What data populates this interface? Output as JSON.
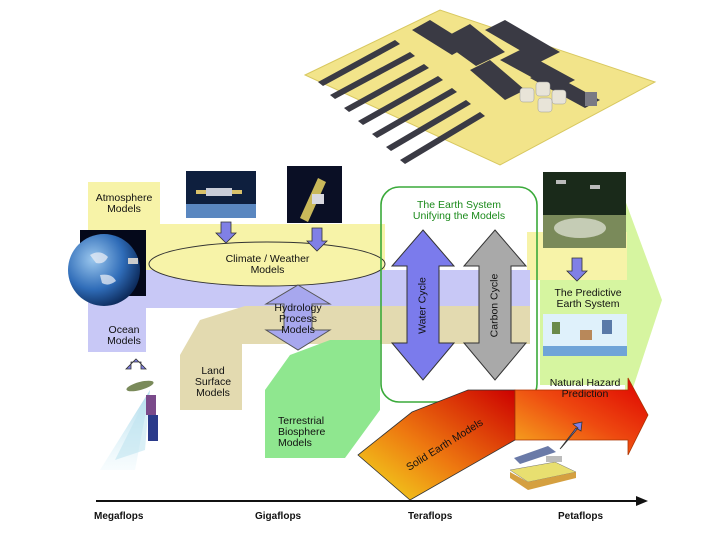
{
  "colors": {
    "atmosphere_band": "#f7f3a8",
    "ocean_band": "#c8c8f6",
    "land_band": "#e3dab0",
    "terrestrial_band": "#8fe78f",
    "predictive_arrow": "#d6f5a0",
    "earth_system_border": "#3aaa3a",
    "water_cycle": "#7b7bec",
    "carbon_cycle": "#a9a9a9",
    "hydrology": "#a7a7ee",
    "floor": "#f2e48a"
  },
  "labels": {
    "atmosphere": "Atmosphere\nModels",
    "ocean": "Ocean\nModels",
    "land_surface": "Land\nSurface\nModels",
    "climate_weather": "Climate / Weather\nModels",
    "hydrology": "Hydrology\nProcess\nModels",
    "terrestrial": "Terrestrial\nBiosphere\nModels",
    "earth_system": "The Earth System\nUnifying the Models",
    "water_cycle": "Water Cycle",
    "carbon_cycle": "Carbon Cycle",
    "predictive": "The Predictive\nEarth System",
    "natural_hazard": "Natural Hazard\nPrediction",
    "solid_earth": "Solid Earth Models"
  },
  "axis": {
    "ticks": [
      "Megaflops",
      "Gigaflops",
      "Teraflops",
      "Petaflops"
    ]
  },
  "icons": {
    "computer_room": "supercomputer-room-icon",
    "satellite_1": "satellite-icon",
    "satellite_2": "satellite-icon",
    "globe": "earth-globe-icon",
    "observer": "observation-satellite-icon",
    "predict_map": "prediction-map-icon",
    "hazard_sat": "radar-satellite-icon"
  }
}
